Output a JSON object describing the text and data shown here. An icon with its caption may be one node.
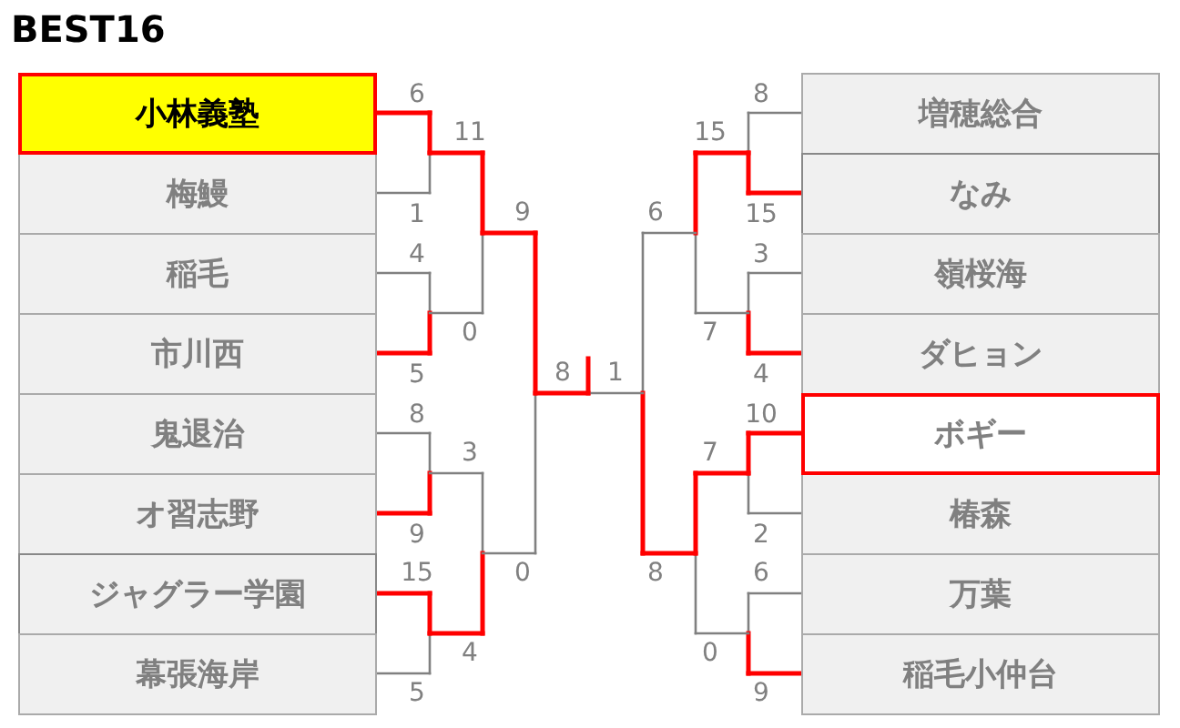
{
  "diagram": {
    "title": "BEST16",
    "nodes": [
      {
        "text": [
          "小林義塾"
        ]
      },
      {
        "text": [
          "梅鰻"
        ]
      },
      {
        "text": [
          "稲毛"
        ]
      },
      {
        "text": [
          "市川西"
        ]
      },
      {
        "text": [
          "鬼退治"
        ]
      },
      {
        "text": [
          "オ習志野"
        ]
      },
      {
        "text": [
          "ジャグラー学園"
        ]
      },
      {
        "text": [
          "幕張海岸"
        ]
      },
      {
        "text": [
          "増穂総合"
        ]
      },
      {
        "text": [
          "なみ"
        ]
      },
      {
        "text": [
          "嶺桜海"
        ]
      },
      {
        "text": [
          "ダヒョン"
        ]
      },
      {
        "text": [
          "ボギー"
        ]
      },
      {
        "text": [
          "椿森"
        ]
      },
      {
        "text": [
          "万葉"
        ]
      },
      {
        "text": [
          "稲毛小仲台"
        ]
      }
    ],
    "labels": [
      "6",
      "8",
      "11",
      "15",
      "1",
      "9",
      "6",
      "15",
      "4",
      "3",
      "0",
      "7",
      "5",
      "8",
      "1",
      "4",
      "8",
      "10",
      "3",
      "7",
      "9",
      "2",
      "15",
      "0",
      "8",
      "6",
      "4",
      "0",
      "5",
      "9"
    ]
  }
}
